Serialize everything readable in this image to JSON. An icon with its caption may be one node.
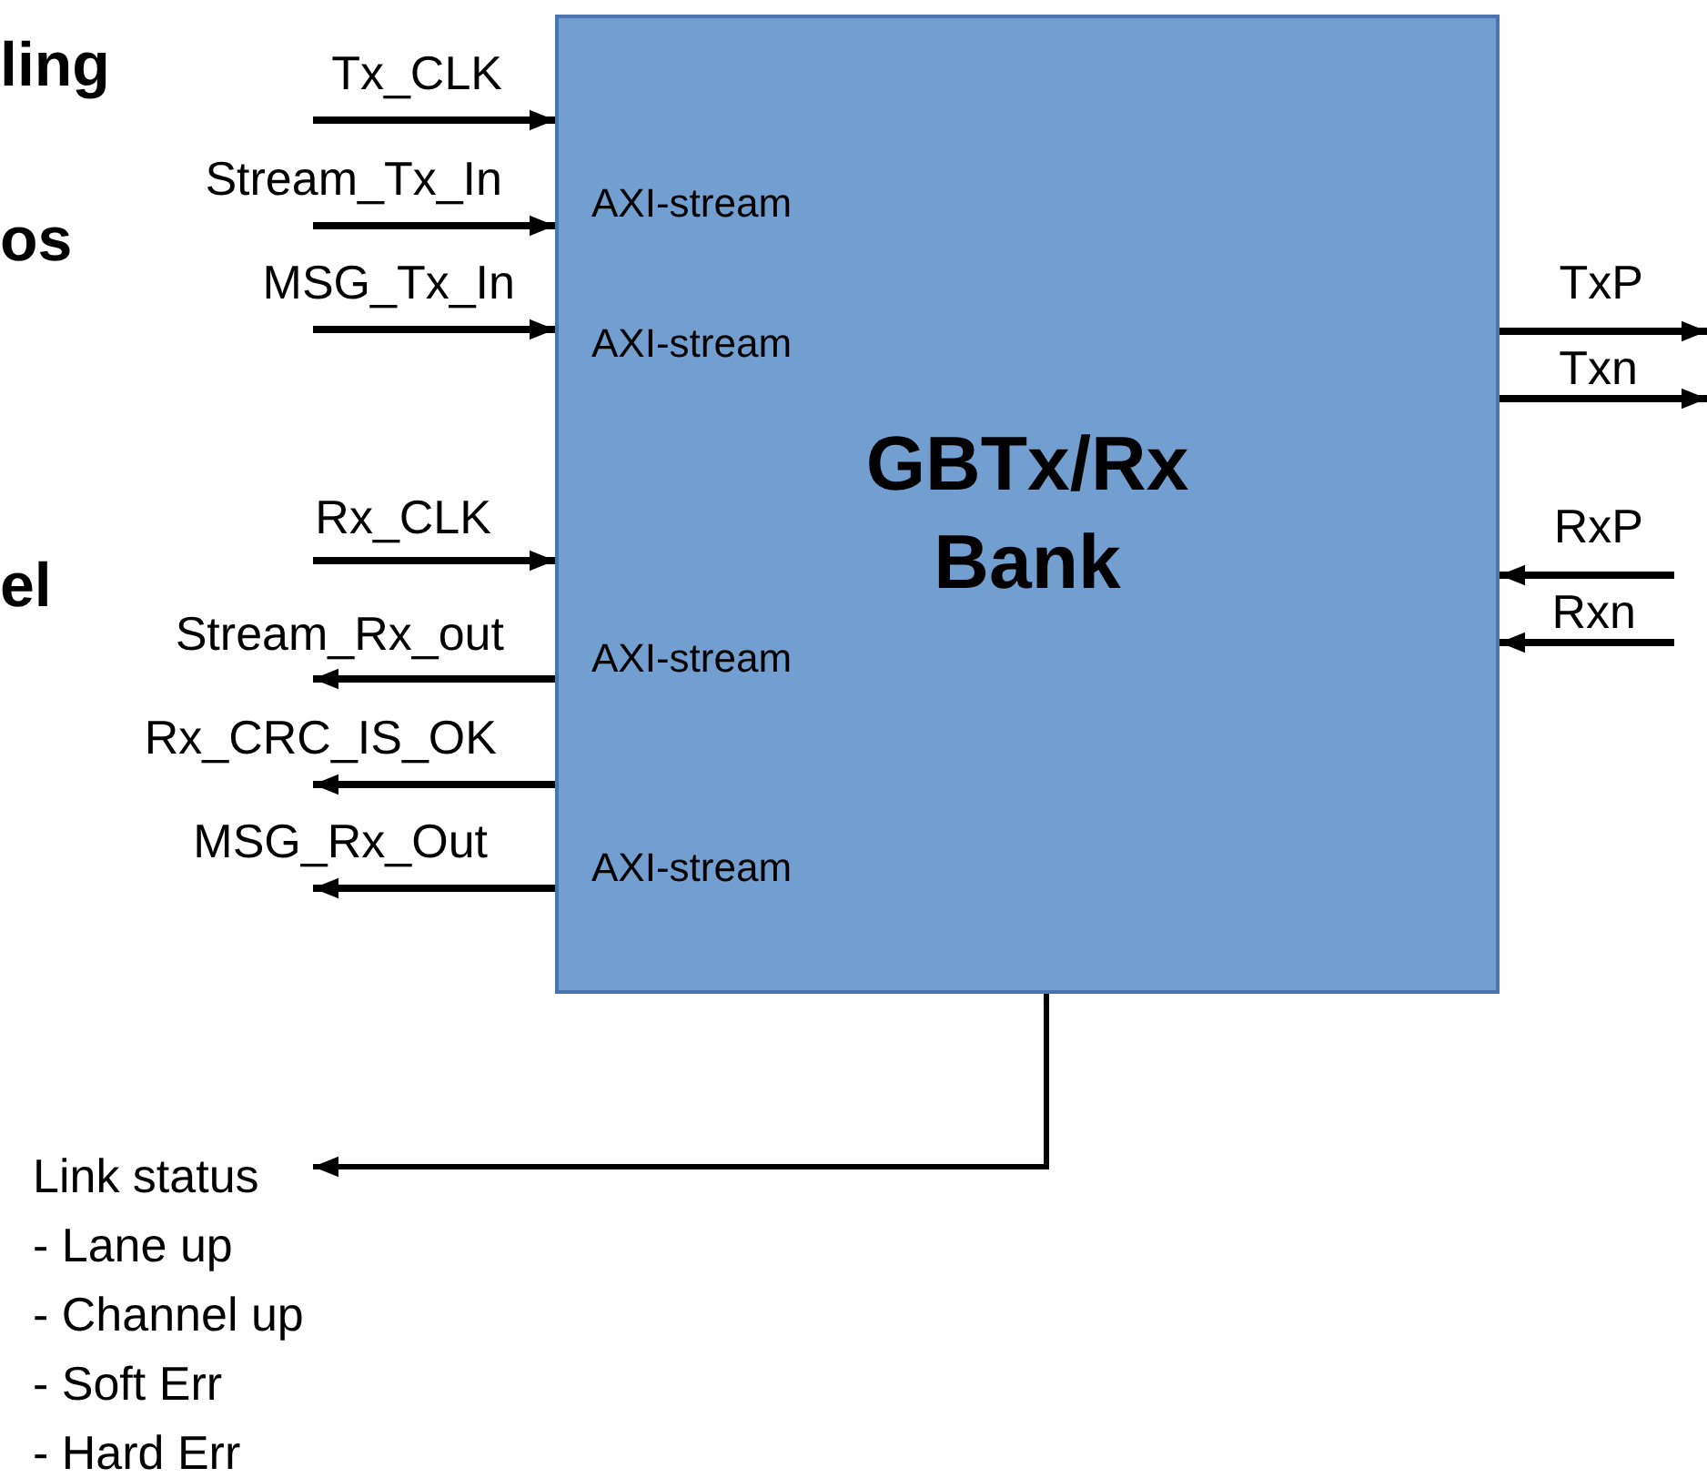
{
  "diagram": {
    "nodes": [
      {
        "text": [
          "GBTx/Rx Bank"
        ]
      },
      {
        "text": [
          "Link status",
          "- Lane up",
          "- Channel up",
          "- Soft Err",
          "- Hard Err"
        ]
      }
    ],
    "edges": [
      {
        "from": null,
        "to": 0,
        "arrow": "to",
        "label": "Tx_CLK"
      },
      {
        "from": null,
        "to": 0,
        "arrow": "to",
        "label": "Stream_Tx_In"
      },
      {
        "from": null,
        "to": 0,
        "arrow": "to",
        "label": "MSG_Tx_In"
      },
      {
        "from": 0,
        "to": null,
        "arrow": "to",
        "label": "TxP"
      },
      {
        "from": 0,
        "to": null,
        "arrow": "to",
        "label": "Txn"
      },
      {
        "from": null,
        "to": 0,
        "arrow": "to",
        "label": "Rx_CLK"
      },
      {
        "from": null,
        "to": 0,
        "arrow": "to",
        "label": "RxP"
      },
      {
        "from": null,
        "to": 0,
        "arrow": "to",
        "label": "Rxn"
      },
      {
        "from": 0,
        "to": null,
        "arrow": "to",
        "label": "Stream_Rx_out"
      },
      {
        "from": 0,
        "to": null,
        "arrow": "to",
        "label": "Rx_CRC_IS_OK"
      },
      {
        "from": 0,
        "to": null,
        "arrow": "to",
        "label": "MSG_Rx_Out"
      },
      {
        "from": 0,
        "to": 1,
        "arrow": "to"
      }
    ],
    "labels": [
      "ling",
      "AXI-stream",
      "os",
      "AXI-stream",
      "el",
      "AXI-stream",
      "AXI-stream"
    ]
  }
}
